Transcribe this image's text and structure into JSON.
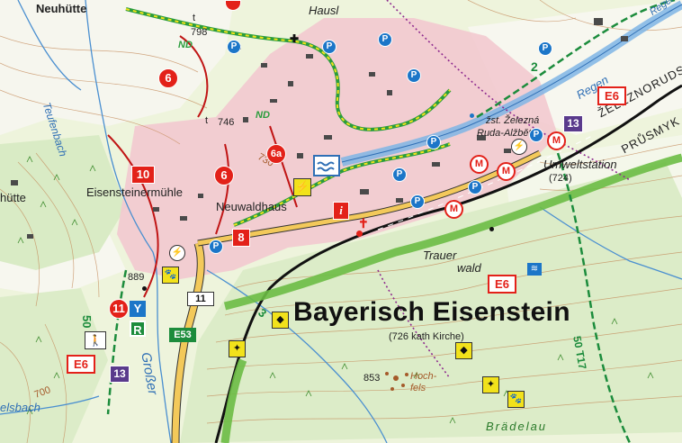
{
  "map": {
    "town_name": "Bayerisch Eisenstein",
    "town_sub": "(726 kath Kirche)",
    "places": {
      "neuhutte": "Neuhütte",
      "hausl": "Hausl",
      "eisensteinermuhle": "Eisensteinermühle",
      "neuwaldhaus": "Neuwaldhaus",
      "huette_left": "hütte",
      "umweltstation": "Umweltstation",
      "umwelt_elev": "(724)",
      "zeleznorudsky": "ŽELEZNORUDSKÝ",
      "prusmyk": "PRŮSMYK",
      "zst_zelezna": "žst. Železná",
      "ruda_alzbetin": "Ruda-Alžbětín",
      "trauer": "Trauer",
      "wald": "wald",
      "hochfels_1": "Hoch-",
      "hochfels_2": "fels",
      "bradelau": "Brädelau",
      "regen_top": "Regen"
    },
    "water": {
      "teufenbach": "Teufenbach",
      "regen": "Regen",
      "grosser": "Großer",
      "elsbach": "elsbach"
    },
    "elevations": {
      "e798": "798",
      "e746": "746",
      "e889": "889",
      "e853": "853",
      "e730": "730",
      "e700": "700"
    },
    "markers": {
      "t": "t",
      "nd": "ND"
    },
    "route_circles": [
      "6",
      "6",
      "6a",
      "11"
    ],
    "route_boxes": [
      "10",
      "8"
    ],
    "e6_labels": [
      "E6",
      "E6",
      "E6"
    ],
    "e53": "E53",
    "km_11": "11",
    "route_13": [
      "13",
      "13"
    ],
    "parking": "P",
    "info": "i",
    "metro": "M",
    "bus": "R",
    "num_2": "2",
    "num_3": "3",
    "num_50": "50",
    "num_50_t17": "50 T17",
    "colors": {
      "route_red": "#e32119",
      "route_green": "#1c8c3c",
      "water_blue": "#2f6fb5",
      "parking_blue": "#1c76c8",
      "forest_green": "#6cbd45",
      "urban_pink": "#f2c9cf"
    }
  }
}
